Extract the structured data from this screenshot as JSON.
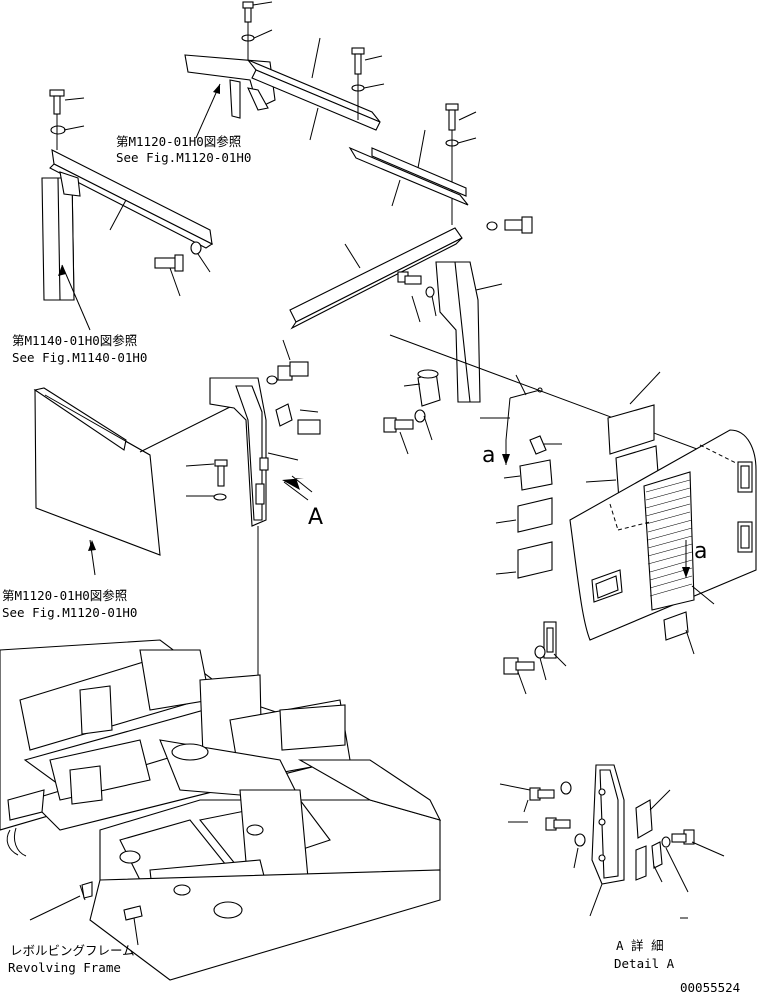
{
  "references": {
    "ref_top": {
      "jp": "第M1120-01H0図参照",
      "en": "See Fig.M1120-01H0"
    },
    "ref_left": {
      "jp": "第M1140-01H0図参照",
      "en": "See Fig.M1140-01H0"
    },
    "ref_mid": {
      "jp": "第M1120-01H0図参照",
      "en": "See Fig.M1120-01H0"
    }
  },
  "frame_label": {
    "jp": "レボルビングフレーム",
    "en": "Revolving Frame"
  },
  "detail_label": {
    "jp": "A 詳 細",
    "en": "Detail A"
  },
  "view_marks": {
    "A": "A",
    "a1": "a",
    "a2": "a"
  },
  "figure_number": "00055524"
}
